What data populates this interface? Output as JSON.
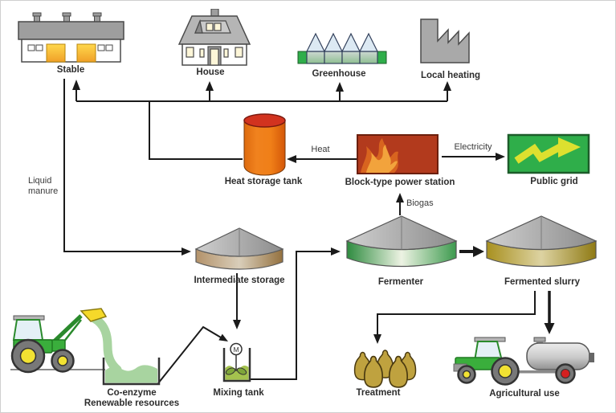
{
  "diagram": {
    "nodes": {
      "stable": "Stable",
      "house": "House",
      "greenhouse": "Greenhouse",
      "local_heating": "Local heating",
      "heat_storage_tank": "Heat storage tank",
      "power_station": "Block-type power station",
      "public_grid": "Public grid",
      "intermediate_storage": "Intermediate storage",
      "fermenter": "Fermenter",
      "fermented_slurry": "Fermented slurry",
      "co_enzyme_line1": "Co-enzyme",
      "co_enzyme_line2": "Renewable resources",
      "mixing_tank": "Mixing tank",
      "treatment": "Treatment",
      "agricultural_use": "Agricultural use"
    },
    "flows": {
      "liquid_manure": "Liquid manure",
      "heat": "Heat",
      "electricity": "Electricity",
      "biogas": "Biogas"
    },
    "mixer_motor_symbol": "M",
    "colors": {
      "line": "#1a1a1a",
      "building_gray": "#9e9e9e",
      "door_yellow_top": "#ffd84d",
      "door_yellow_bottom": "#f0a028",
      "greenhouse_glass": "#dce9f3",
      "greenhouse_green": "#2fae4a",
      "tank_orange": "#f0821e",
      "tank_top_red": "#d2331f",
      "station_red": "#b23a1d",
      "flame_orange": "#f2a33c",
      "grid_green": "#2fae4a",
      "bolt_yellow": "#dde02f",
      "cone_gray": "#b0b0b0",
      "storage_tan": "#b3926a",
      "fermenter_green": "#2e8b3f",
      "slurry_olive": "#a8901f",
      "tractor_green": "#3aae3c",
      "wheel_gray": "#787878",
      "hub_yellow": "#f2e232",
      "hub_red": "#d42020",
      "bag_tan": "#bfa23f",
      "tanker_gray": "#c9c9c9",
      "biomass_green": "#a8d4a0",
      "mix_liquid_green": "#a4c24e"
    }
  }
}
